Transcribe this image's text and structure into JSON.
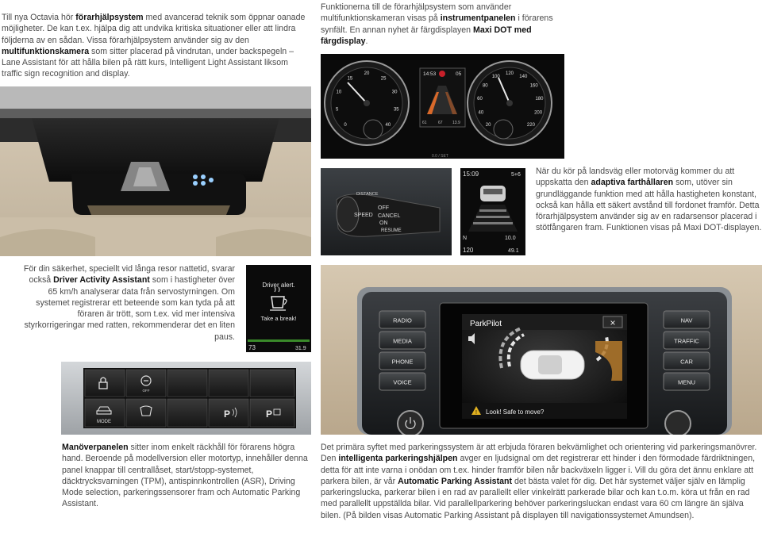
{
  "text_block_1": {
    "p1": "Till nya Octavia hör ",
    "p1_bold": "förarhjälpsystem",
    "p2": " med avancerad teknik som öppnar oanade möjligheter. De kan t.ex. hjälpa dig att undvika kritiska situationer eller att lindra följderna av en sådan. Vissa förarhjälpsystem använder sig av den ",
    "p2_bold": "multifunktionskamera",
    "p3": " som sitter placerad på vindrutan, under backspegeln – Lane Assistant för att hålla bilen på rätt kurs, Intelligent Light Assistant liksom traffic sign recognition and display."
  },
  "text_block_2": {
    "p1": "Funktionerna till de förarhjälpsystem som använder multifunktionskameran visas på ",
    "p1_bold": "instrumentpanelen",
    "p2": " i förarens synfält. En annan nyhet är färgdisplayen ",
    "p2_bold": "Maxi DOT med färgdisplay",
    "p3": "."
  },
  "text_block_3": {
    "p1": "När du kör på landsväg eller motorväg kommer du att uppskatta den ",
    "p1_bold": "adaptiva farthållaren",
    "p2": " som, utöver sin grundläggande funktion med att hålla hastigheten konstant, också kan hålla ett säkert avstånd till fordonet framför. Detta förarhjälpsystem använder sig av en radarsensor placerad i stötfångaren fram. Funktionen visas på Maxi DOT-displayen."
  },
  "text_block_4": {
    "p1": "För din säkerhet, speciellt vid långa resor nattetid, svarar också ",
    "p1_bold": "Driver Activity Assistant",
    "p2": " som i hastigheter över 65 km/h analyserar data från servostyrningen. Om systemet registrerar ett beteende som kan tyda på att föraren är trött, som t.ex. vid mer intensiva styrkorrigeringar med ratten, rekommenderar det en liten paus."
  },
  "text_block_5": {
    "p1_bold": "Manöverpanelen",
    "p1": " sitter inom enkelt räckhåll för förarens högra hand. Beroende på modellversion eller motortyp, innehåller denna panel knappar till centrallåset, start/stopp-systemet, däcktrycksvarningen (TPM), antispinnkontrollen (ASR), Driving Mode selection, parkeringssensorer fram och Automatic Parking Assistant."
  },
  "text_block_6": {
    "p1": "Det primära syftet med parkeringssystem är att erbjuda föraren bekvämlighet och orientering vid parkeringsmanövrer. Den ",
    "p1_bold": "intelligenta parkeringshjälpen",
    "p2": " avger en ljudsignal om det registrerar ett hinder i den förmodade färdriktningen, detta för att inte varna i onödan om t.ex. hinder framför bilen når backväxeln ligger i. Vill du göra det ännu enklare att parkera bilen, är vår ",
    "p2_bold": "Automatic Parking Assistant",
    "p3": " det bästa valet för dig. Det här systemet väljer själv en lämplig parkeringslucka, parkerar bilen i en rad av parallellt eller vinkelrätt parkerade bilar och kan t.o.m. köra ut från en rad med parallellt uppställda bilar. Vid parallellparkering behöver parkeringsluckan endast vara 60 cm längre än själva bilen. (På bilden visas Automatic Parking Assistant på displayen till navigationssystemet Amundsen)."
  },
  "cluster": {
    "left_ticks": [
      "20",
      "25",
      "30",
      "35",
      "40",
      "15",
      "10",
      "5",
      "0"
    ],
    "right_ticks": [
      "80",
      "100",
      "120",
      "140",
      "160",
      "180",
      "200",
      "220",
      "60",
      "40",
      "20"
    ],
    "mid_time": "14:53",
    "mid_right": "05",
    "mid_bottom": [
      "61",
      "67",
      "13.9"
    ],
    "bottom_label": "0.0 / SET"
  },
  "stalk": {
    "labels": [
      "SPEED",
      "CANCEL",
      "ON",
      "OFF",
      "RESUME"
    ],
    "dist_label": "DISTANCE"
  },
  "acc_display": {
    "time": "15:09",
    "right_top": "5+6",
    "bottom_left": "120",
    "mid_left": "N",
    "mid_right": "10.0",
    "bottom_right": "49.1"
  },
  "driver_alert": {
    "title": "Driver alert.",
    "action": "Take a break!",
    "bottom_left": "73",
    "bottom_right": "31.9"
  },
  "panel": {
    "top_row_icons": [
      "lock-icon",
      "start-stop-icon",
      "blank",
      "blank",
      "blank"
    ],
    "bottom_row": [
      "MODE",
      "",
      "",
      "P",
      "P"
    ]
  },
  "nav": {
    "left_buttons": [
      "RADIO",
      "MEDIA",
      "PHONE",
      "VOICE"
    ],
    "right_buttons": [
      "NAV",
      "TRAFFIC",
      "CAR",
      "MENU"
    ],
    "screen_title": "ParkPilot",
    "screen_close": "×",
    "warning": "Look! Safe to move?"
  }
}
